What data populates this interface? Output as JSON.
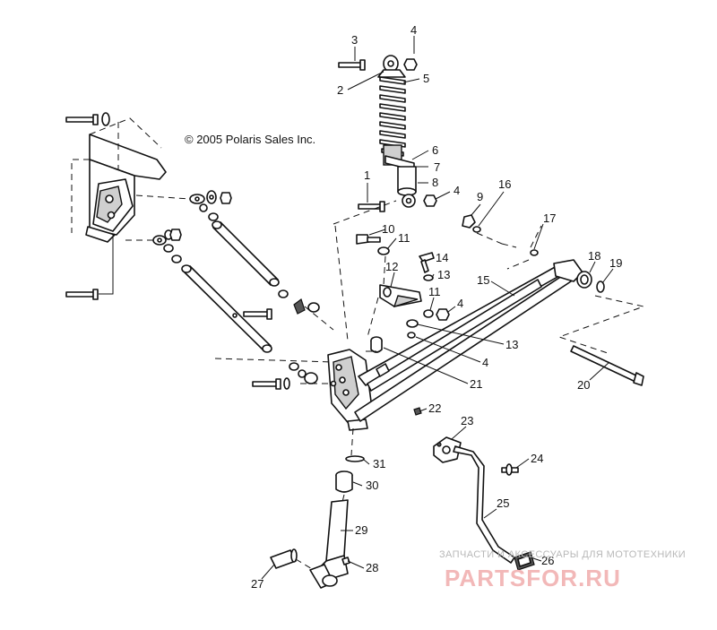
{
  "copyright": "© 2005 Polaris Sales Inc.",
  "watermark": {
    "line1": "ЗАПЧАСТИ И АКСЕССУАРЫ ДЛЯ МОТОТЕХНИКИ",
    "line2": "PARTSFOR.RU"
  },
  "callouts": [
    {
      "id": "c3a",
      "label": "3"
    },
    {
      "id": "c4a",
      "label": "4"
    },
    {
      "id": "c2",
      "label": "2"
    },
    {
      "id": "c5",
      "label": "5"
    },
    {
      "id": "c6",
      "label": "6"
    },
    {
      "id": "c7",
      "label": "7"
    },
    {
      "id": "c8",
      "label": "8"
    },
    {
      "id": "c1",
      "label": "1"
    },
    {
      "id": "c4b",
      "label": "4"
    },
    {
      "id": "c9",
      "label": "9"
    },
    {
      "id": "c16",
      "label": "16"
    },
    {
      "id": "c17",
      "label": "17"
    },
    {
      "id": "c10",
      "label": "10"
    },
    {
      "id": "c11a",
      "label": "11"
    },
    {
      "id": "c14",
      "label": "14"
    },
    {
      "id": "c12",
      "label": "12"
    },
    {
      "id": "c13a",
      "label": "13"
    },
    {
      "id": "c15",
      "label": "15"
    },
    {
      "id": "c18",
      "label": "18"
    },
    {
      "id": "c19",
      "label": "19"
    },
    {
      "id": "c11b",
      "label": "11"
    },
    {
      "id": "c4c",
      "label": "4"
    },
    {
      "id": "c13b",
      "label": "13"
    },
    {
      "id": "c4d",
      "label": "4"
    },
    {
      "id": "c21",
      "label": "21"
    },
    {
      "id": "c20",
      "label": "20"
    },
    {
      "id": "c22",
      "label": "22"
    },
    {
      "id": "c23",
      "label": "23"
    },
    {
      "id": "c24",
      "label": "24"
    },
    {
      "id": "c31",
      "label": "31"
    },
    {
      "id": "c30",
      "label": "30"
    },
    {
      "id": "c25",
      "label": "25"
    },
    {
      "id": "c29",
      "label": "29"
    },
    {
      "id": "c26",
      "label": "26"
    },
    {
      "id": "c28",
      "label": "28"
    },
    {
      "id": "c27",
      "label": "27"
    }
  ]
}
